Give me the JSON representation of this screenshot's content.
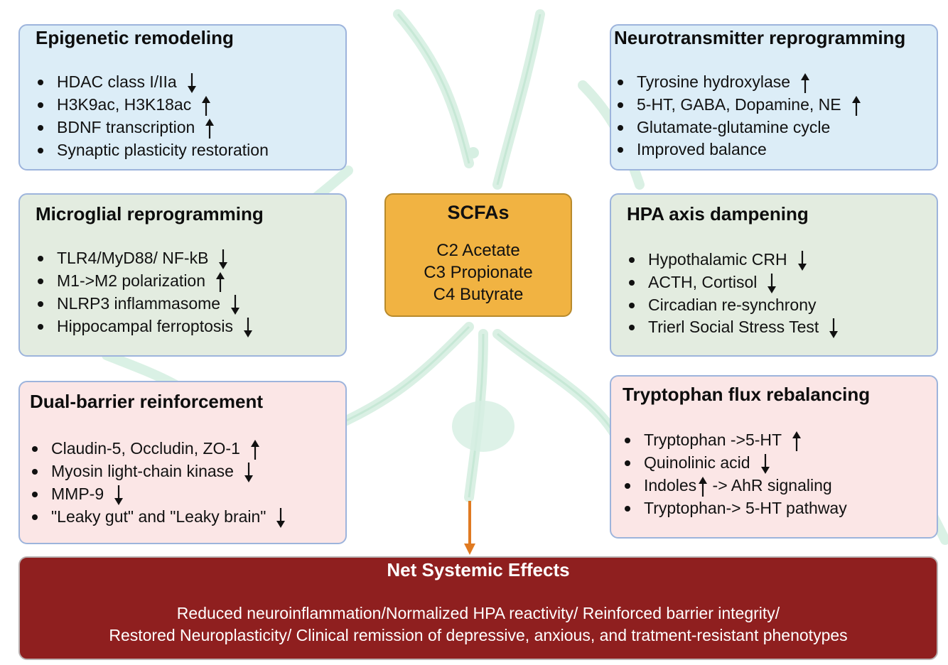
{
  "center": {
    "title": "SCFAs",
    "lines": [
      "C2 Acetate",
      "C3 Propionate",
      "C4 Butyrate"
    ]
  },
  "boxes": [
    {
      "title": "Epigenetic remodeling",
      "items": [
        {
          "text": "HDAC class I/IIa",
          "arrow": "down"
        },
        {
          "text": "H3K9ac, H3K18ac",
          "arrow": "up"
        },
        {
          "text": "BDNF transcription",
          "arrow": "up"
        },
        {
          "text": "Synaptic plasticity restoration",
          "arrow": null
        }
      ]
    },
    {
      "title": "Neurotransmitter reprogramming",
      "items": [
        {
          "text": "Tyrosine hydroxylase",
          "arrow": "up"
        },
        {
          "text": "5-HT, GABA, Dopamine, NE",
          "arrow": "up"
        },
        {
          "text": "Glutamate-glutamine cycle",
          "arrow": null
        },
        {
          "text": "Improved balance",
          "arrow": null
        }
      ]
    },
    {
      "title": "Microglial reprogramming",
      "items": [
        {
          "text": "TLR4/MyD88/ NF-kB",
          "arrow": "down"
        },
        {
          "text": "M1->M2 polarization",
          "arrow": "up"
        },
        {
          "text": "NLRP3 inflammasome",
          "arrow": "down"
        },
        {
          "text": "Hippocampal ferroptosis",
          "arrow": "down"
        }
      ]
    },
    {
      "title": "HPA axis dampening",
      "items": [
        {
          "text": "Hypothalamic CRH",
          "arrow": "down"
        },
        {
          "text": "ACTH, Cortisol",
          "arrow": "down"
        },
        {
          "text": "Circadian re-synchrony",
          "arrow": null
        },
        {
          "text": "Trierl Social Stress Test",
          "arrow": "down"
        }
      ]
    },
    {
      "title": "Dual-barrier reinforcement",
      "items": [
        {
          "text": "Claudin-5, Occludin, ZO-1",
          "arrow": "up"
        },
        {
          "text": "Myosin light-chain kinase",
          "arrow": "down"
        },
        {
          "text": "MMP-9",
          "arrow": "down"
        },
        {
          "text": "\"Leaky gut\" and \"Leaky brain\"",
          "arrow": "down"
        }
      ]
    },
    {
      "title": "Tryptophan flux rebalancing",
      "items": [
        {
          "text": "Tryptophan ->5-HT",
          "arrow": "up"
        },
        {
          "text": "Quinolinic acid",
          "arrow": "down"
        },
        {
          "text": "Indoles",
          "arrow": "up",
          "suffix": " -> AhR signaling"
        },
        {
          "text": "Tryptophan-> 5-HT pathway",
          "arrow": null
        }
      ]
    }
  ],
  "net": {
    "title": "Net Systemic Effects",
    "lines": [
      "Reduced neuroinflammation/Normalized HPA reactivity/ Reinforced barrier integrity/",
      "Restored Neuroplasticity/ Clinical remission of depressive, anxious, and tratment-resistant phenotypes"
    ]
  },
  "colors": {
    "blue_box": "#dcedf7",
    "green_box": "#e3ece0",
    "pink_box": "#fbe6e6",
    "center_box": "#f1b342",
    "net_box": "#8f1f1f",
    "connector_arrow": "#e07a22",
    "background_neuron": "#d9f0e4"
  }
}
